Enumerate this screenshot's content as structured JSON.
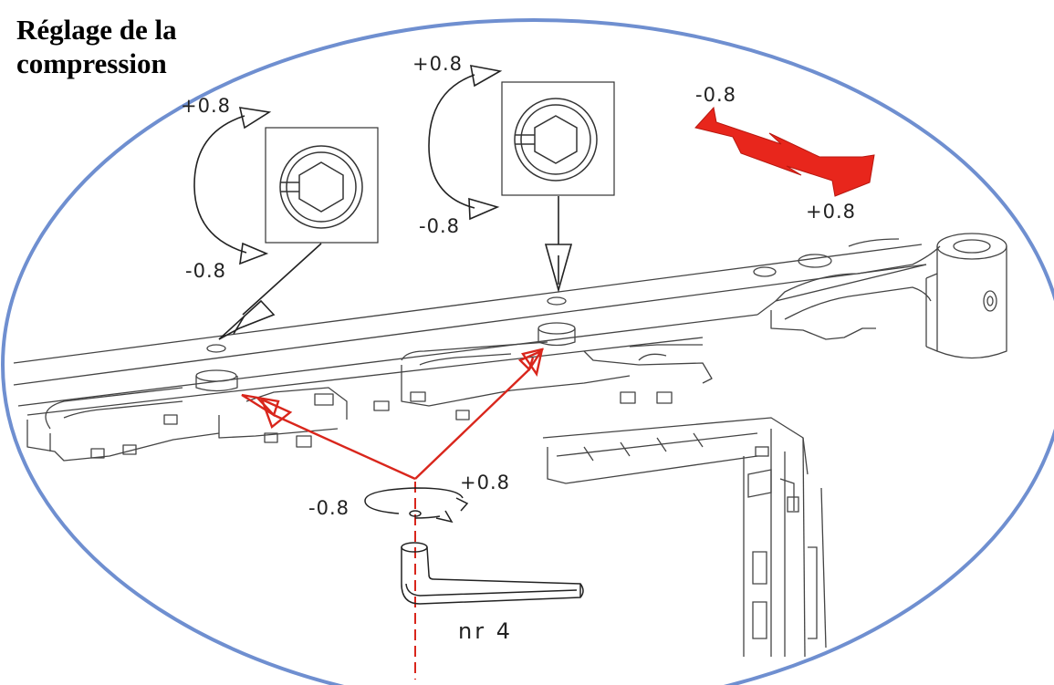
{
  "title": {
    "line1": "Réglage de la",
    "line2": "compression"
  },
  "labels": {
    "left_plus": "+0.8",
    "left_minus": "-0.8",
    "mid_plus": "+0.8",
    "mid_minus": "-0.8",
    "red_minus": "-0.8",
    "red_plus": "+0.8",
    "bottom_minus": "-0.8",
    "bottom_plus": "+0.8",
    "tool": "nr 4"
  },
  "colors": {
    "ellipse": "#6f8fd0",
    "red": "#e8261c",
    "line": "#333333"
  },
  "icons": [
    "hex-screw-icon",
    "rotation-arrow-icon",
    "allen-key-icon",
    "adjust-direction-icon"
  ]
}
